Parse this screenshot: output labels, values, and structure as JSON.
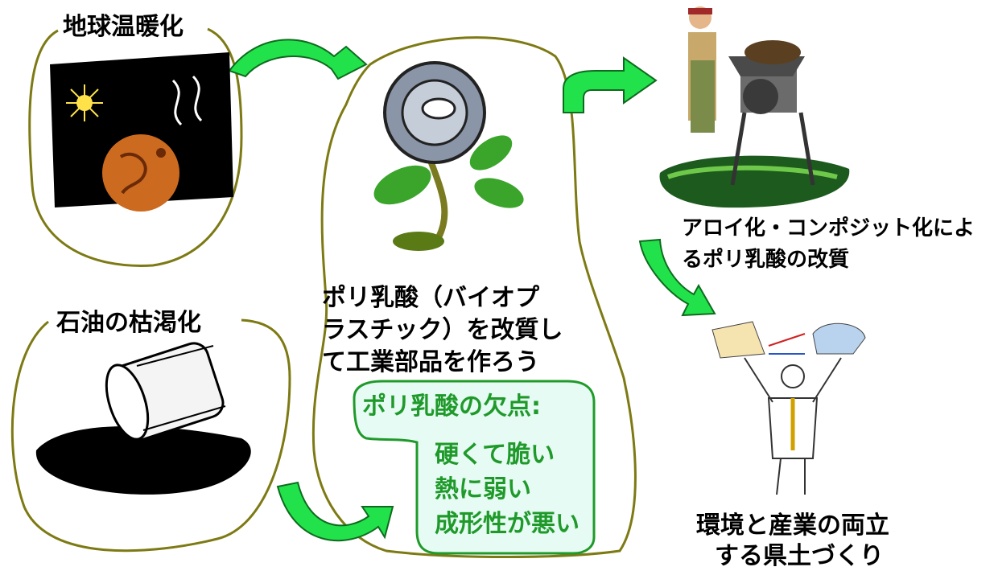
{
  "labels": {
    "global_warming": "地球温暖化",
    "oil_depletion": "石油の枯渇化",
    "pla_line1": "ポリ乳酸（バイオプ",
    "pla_line2": "ラスチック）を改質し",
    "pla_line3": "て工業部品を作ろう",
    "defects_title": "ポリ乳酸の欠点:",
    "defect1": "硬くて脆い",
    "defect2": "熱に弱い",
    "defect3": "成形性が悪い",
    "alloy_line1": "アロイ化・コンポジット化によ",
    "alloy_line2": "るポリ乳酸の改質",
    "goal_line1": "環境と産業の両立",
    "goal_line2": "する県土づくり"
  },
  "colors": {
    "outline": "#7d7a14",
    "arrow": "#22e24b",
    "callout_fill": "#e6fbf4",
    "callout_border": "#1f9a2a",
    "callout_text": "#1f9a2a"
  },
  "icons": [
    "earth-warming-icon",
    "oil-barrel-icon",
    "gear-flower-icon",
    "farmer-grinder-icon",
    "juggler-factory-icon"
  ]
}
